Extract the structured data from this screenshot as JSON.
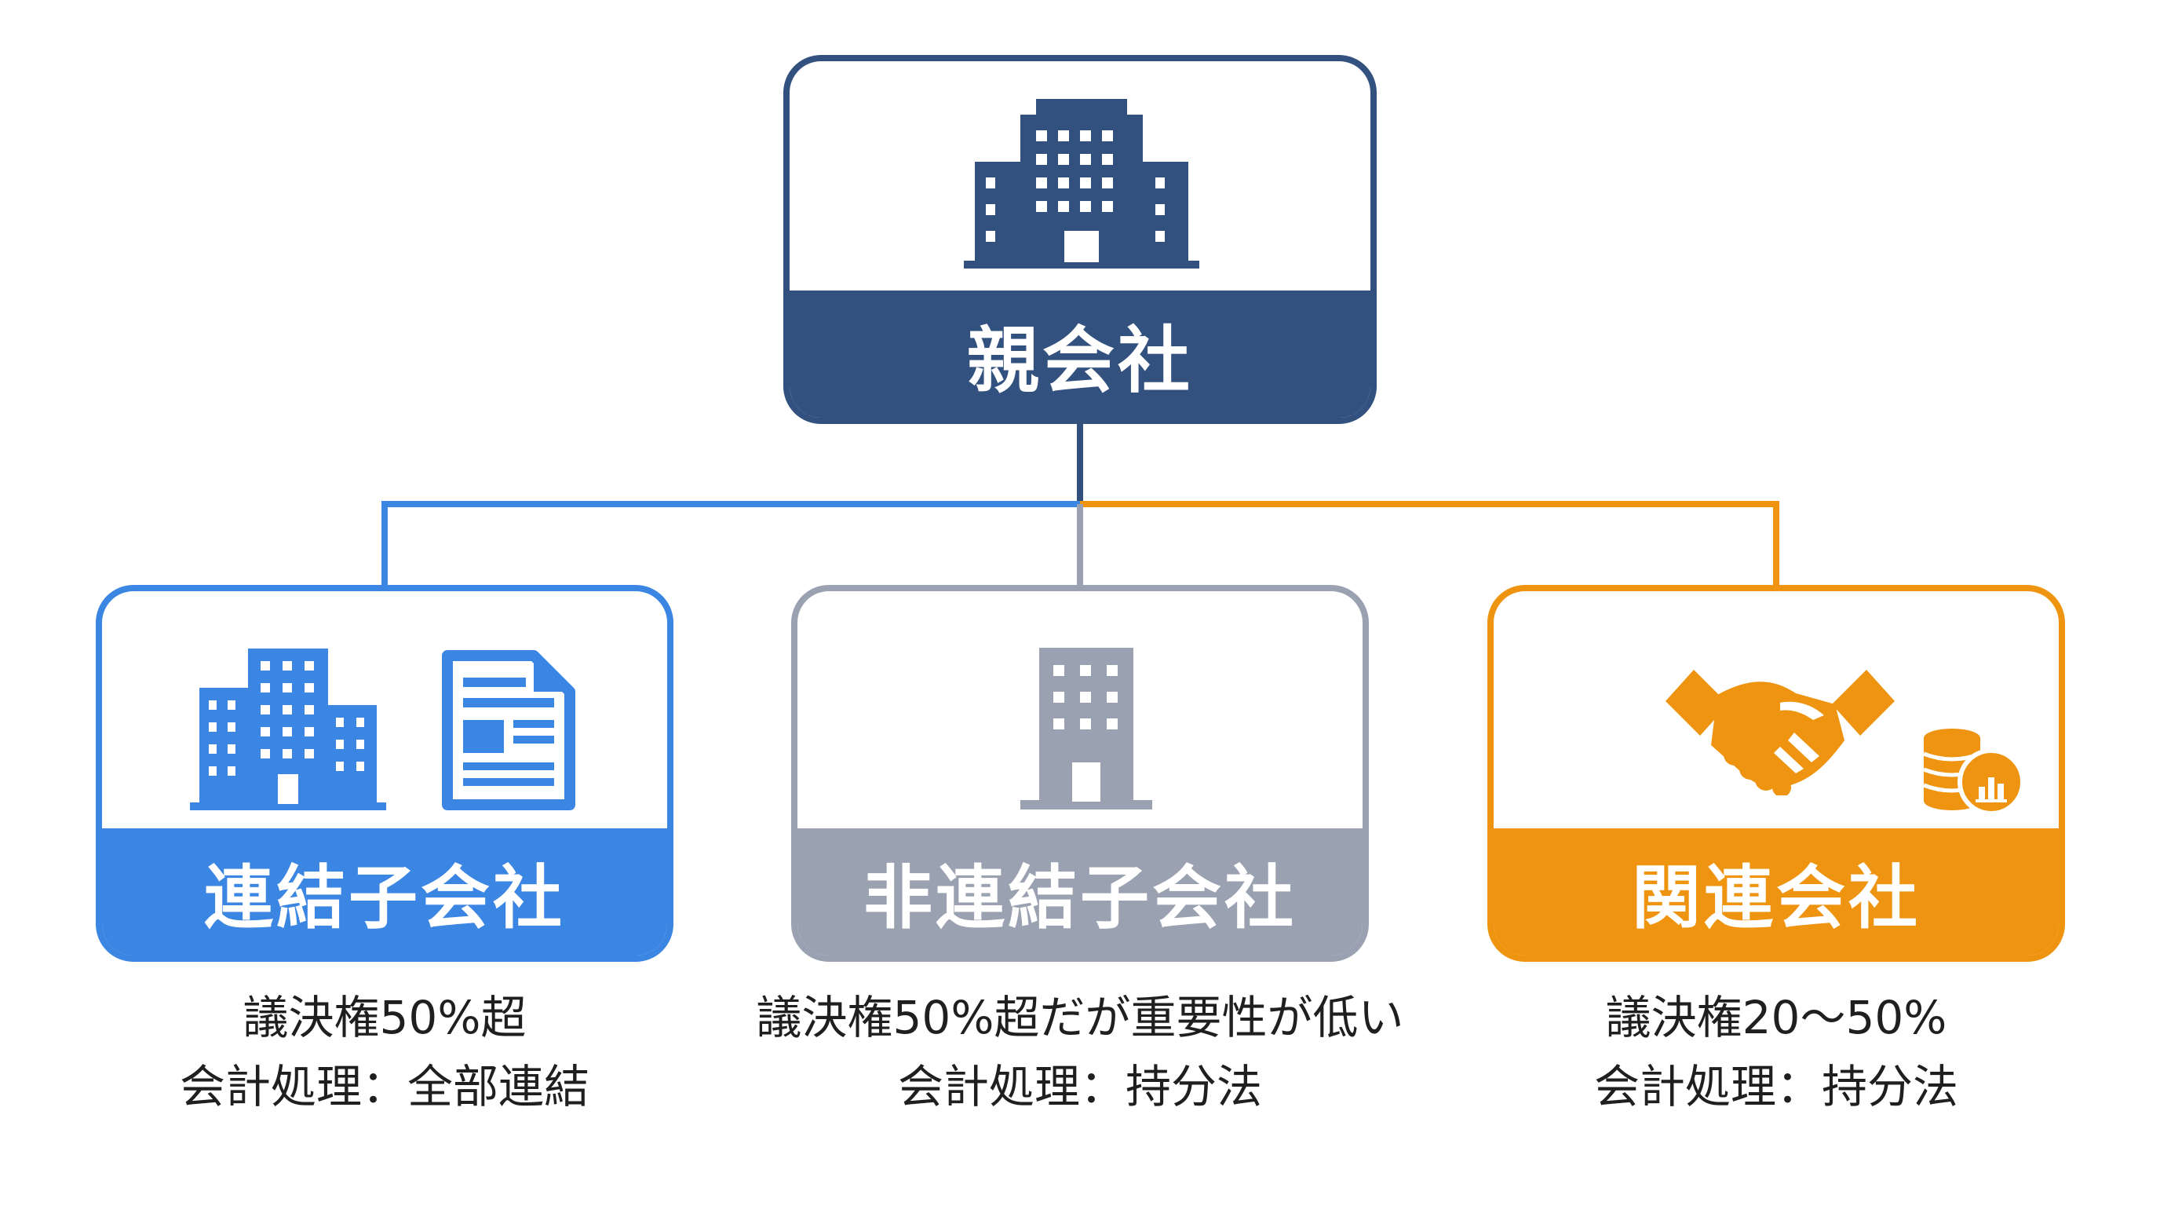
{
  "colors": {
    "parent": "#33517e",
    "consolidated": "#3b85e3",
    "non_consolidated": "#9aa1b0",
    "affiliate": "#ee9410"
  },
  "parent": {
    "label": "親会社",
    "icon": "office-building-icon"
  },
  "children": [
    {
      "label": "連結子会社",
      "icons": [
        "office-buildings-icon",
        "document-icon"
      ],
      "voting_rights": "議決権50%超",
      "accounting": "会計処理：全部連結"
    },
    {
      "label": "非連結子会社",
      "icons": [
        "office-building-icon"
      ],
      "voting_rights": "議決権50%超だが重要性が低い",
      "accounting": "会計処理：持分法"
    },
    {
      "label": "関連会社",
      "icons": [
        "handshake-icon",
        "coin-stack-icon"
      ],
      "voting_rights": "議決権20〜50%",
      "accounting": "会計処理：持分法"
    }
  ]
}
